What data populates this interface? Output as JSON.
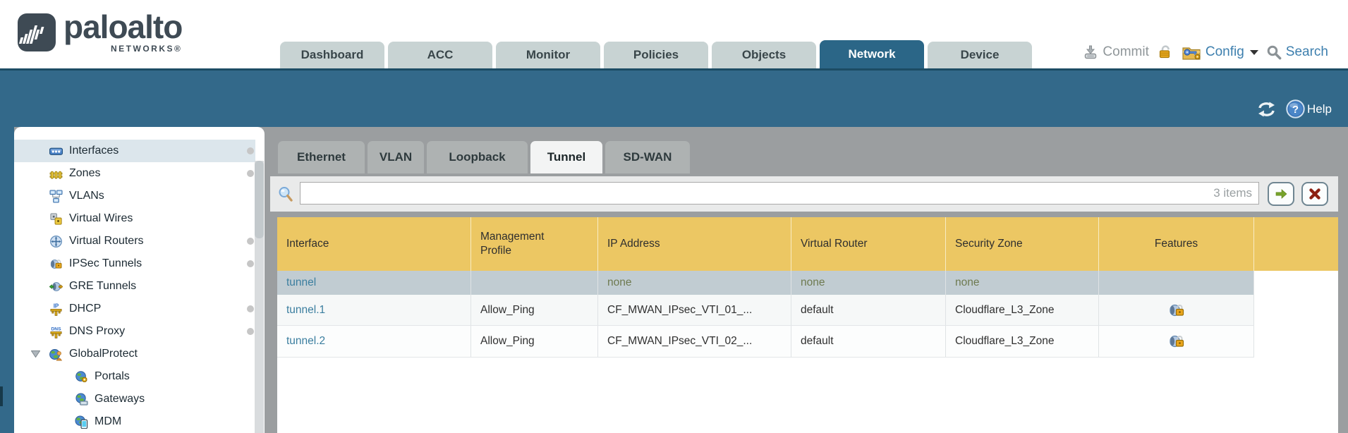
{
  "colors": {
    "accent_teal": "#33698a",
    "active_tab": "#2b6687",
    "table_header_gold": "#ecc763",
    "link_blue": "#3b7e9f",
    "summary_row": "#c1ccd2"
  },
  "header": {
    "brand": {
      "name": "paloalto",
      "subtitle": "NETWORKS®"
    },
    "tabs": [
      {
        "label": "Dashboard",
        "active": false
      },
      {
        "label": "ACC",
        "active": false
      },
      {
        "label": "Monitor",
        "active": false
      },
      {
        "label": "Policies",
        "active": false
      },
      {
        "label": "Objects",
        "active": false
      },
      {
        "label": "Network",
        "active": true
      },
      {
        "label": "Device",
        "active": false
      }
    ],
    "actions": {
      "commit": "Commit",
      "config": "Config",
      "search": "Search"
    }
  },
  "band": {
    "help": "Help"
  },
  "sidebar": {
    "items": [
      {
        "label": "Interfaces",
        "selected": true,
        "dot": true
      },
      {
        "label": "Zones",
        "dot": true
      },
      {
        "label": "VLANs",
        "dot": false
      },
      {
        "label": "Virtual Wires",
        "dot": false
      },
      {
        "label": "Virtual Routers",
        "dot": true
      },
      {
        "label": "IPSec Tunnels",
        "dot": true
      },
      {
        "label": "GRE Tunnels",
        "dot": false
      },
      {
        "label": "DHCP",
        "dot": true
      },
      {
        "label": "DNS Proxy",
        "dot": true
      },
      {
        "label": "GlobalProtect",
        "expandable": true
      },
      {
        "label": "Portals",
        "indent": true
      },
      {
        "label": "Gateways",
        "indent": true
      },
      {
        "label": "MDM",
        "indent": true
      }
    ]
  },
  "subtabs": [
    {
      "label": "Ethernet",
      "active": false
    },
    {
      "label": "VLAN",
      "active": false
    },
    {
      "label": "Loopback",
      "active": false
    },
    {
      "label": "Tunnel",
      "active": true
    },
    {
      "label": "SD-WAN",
      "active": false
    }
  ],
  "filter": {
    "value": "",
    "count": "3 items"
  },
  "table": {
    "columns": [
      "Interface",
      "Management Profile",
      "IP Address",
      "Virtual Router",
      "Security Zone",
      "Features"
    ],
    "rows": [
      {
        "interface": "tunnel",
        "profile": "",
        "ip": "none",
        "router": "none",
        "zone": "none",
        "lock": false
      },
      {
        "interface": "tunnel.1",
        "profile": "Allow_Ping",
        "ip": "CF_MWAN_IPsec_VTI_01_...",
        "router": "default",
        "zone": "Cloudflare_L3_Zone",
        "lock": true
      },
      {
        "interface": "tunnel.2",
        "profile": "Allow_Ping",
        "ip": "CF_MWAN_IPsec_VTI_02_...",
        "router": "default",
        "zone": "Cloudflare_L3_Zone",
        "lock": true
      }
    ]
  }
}
